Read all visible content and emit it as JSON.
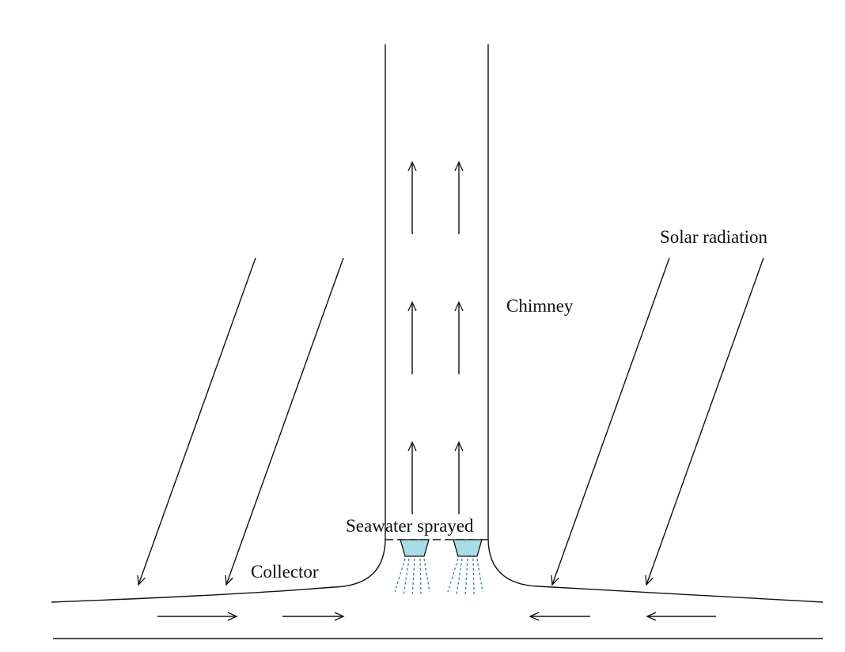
{
  "labels": {
    "chimney": "Chimney",
    "solar_radiation": "Solar radiation",
    "seawater_sprayed": "Seawater sprayed",
    "collector": "Collector"
  },
  "colors": {
    "line": "#111111",
    "nozzle_fill": "#a8dce6",
    "spray": "#3a7f9e"
  }
}
